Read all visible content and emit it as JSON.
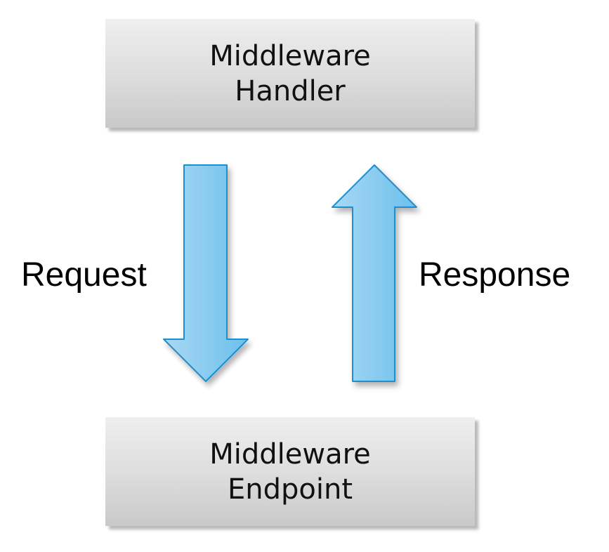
{
  "handler_box": {
    "line1": "Middleware",
    "line2": "Handler"
  },
  "endpoint_box": {
    "line1": "Middleware",
    "line2": "Endpoint"
  },
  "request_label": "Request",
  "response_label": "Response",
  "colors": {
    "arrow_fill_light": "#a9d8f3",
    "arrow_fill_dark": "#6cc0ec",
    "arrow_stroke": "#1e8fd0",
    "box_fill": "#dcdcdc"
  },
  "icons": {
    "request_arrow": "arrow-down-icon",
    "response_arrow": "arrow-up-icon"
  }
}
